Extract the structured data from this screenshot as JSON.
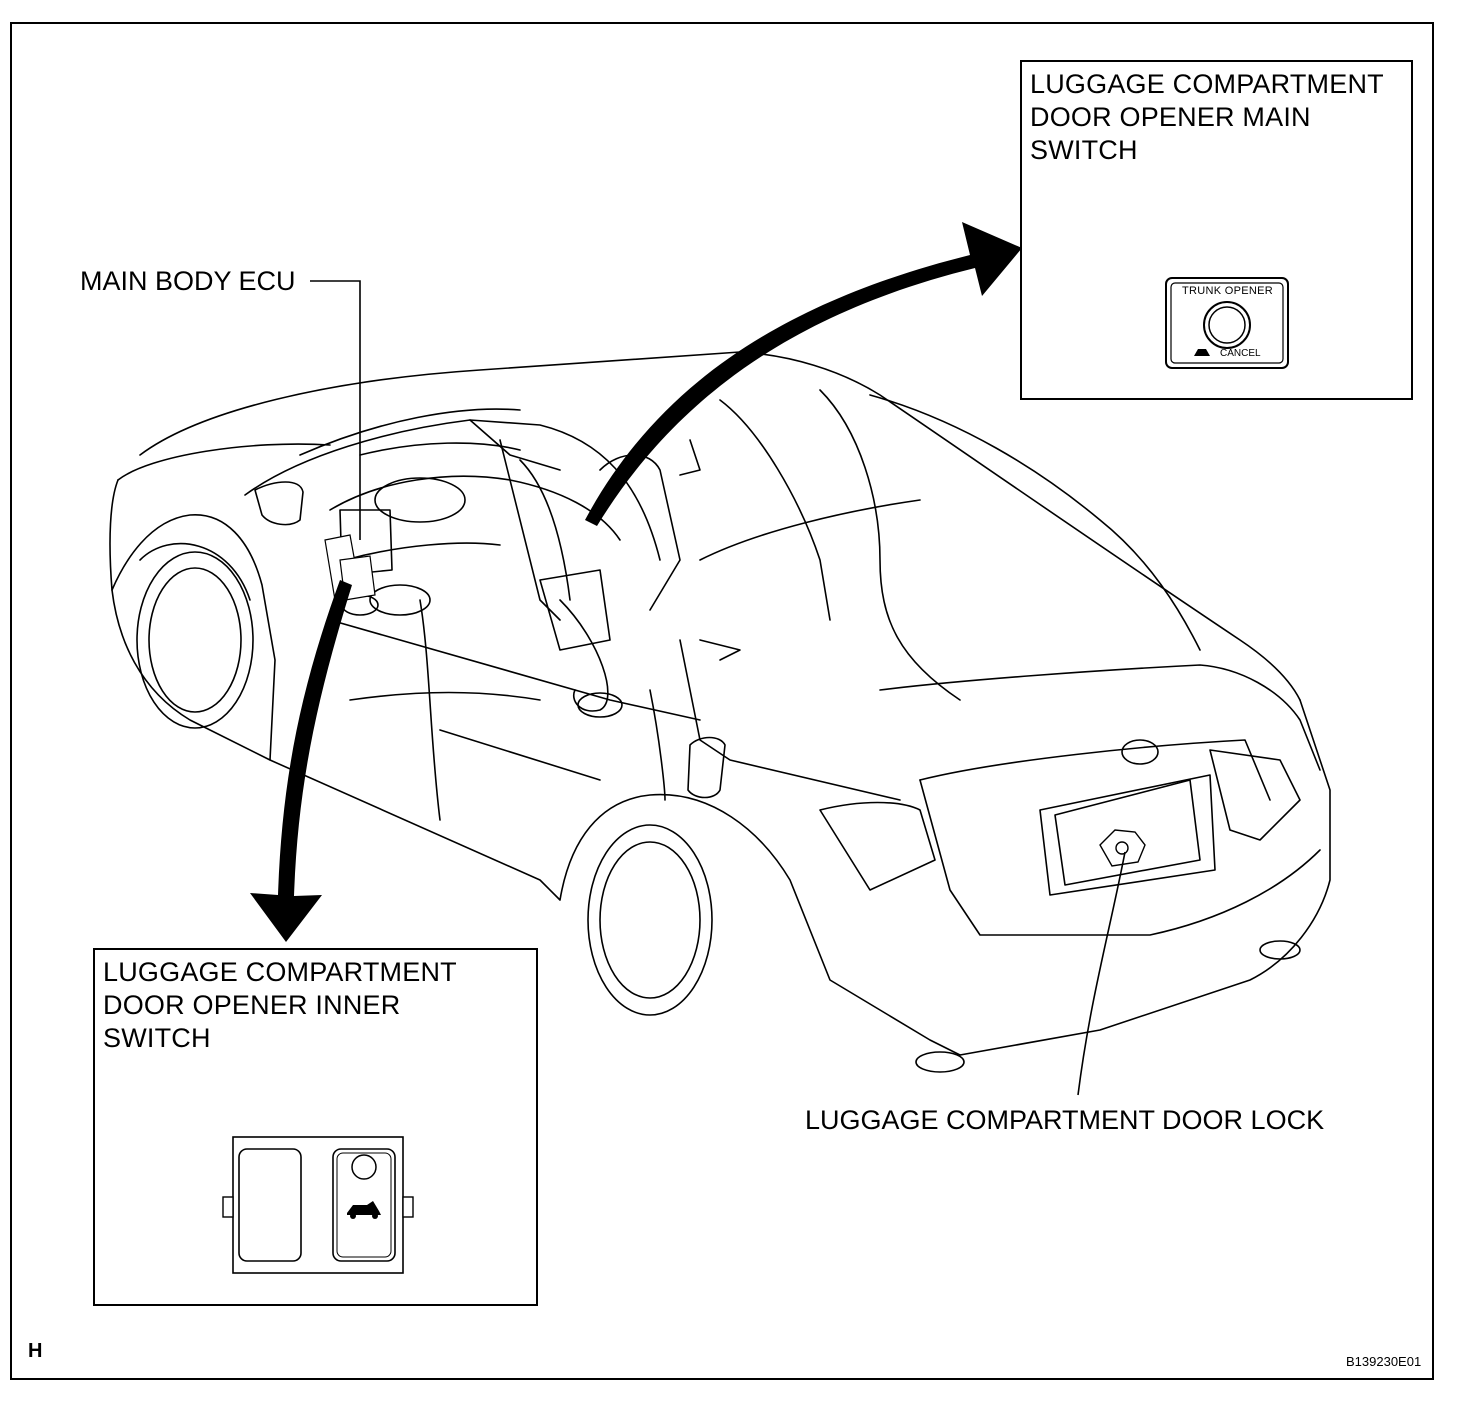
{
  "labels": {
    "main_body_ecu": "MAIN BODY ECU",
    "door_lock": "LUGGAGE COMPARTMENT DOOR LOCK"
  },
  "main_switch_box": {
    "title": "LUGGAGE COMPARTMENT\nDOOR OPENER MAIN\nSWITCH",
    "switch_top_text": "TRUNK OPENER",
    "switch_bottom_text": "CANCEL",
    "icon": "trunk-lock-icon"
  },
  "inner_switch_box": {
    "title": "LUGGAGE COMPARTMENT\nDOOR OPENER INNER\nSWITCH",
    "icon": "car-trunk-open-icon"
  },
  "corner_mark": "H",
  "figure_id": "B139230E01"
}
